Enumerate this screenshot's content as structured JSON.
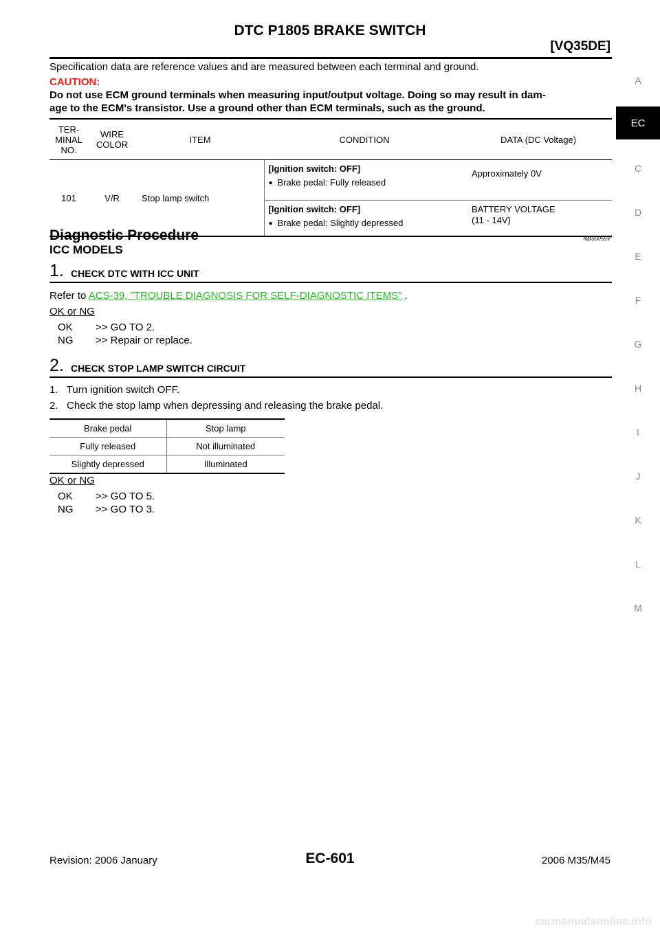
{
  "header": {
    "title": "DTC P1805 BRAKE SWITCH",
    "subtitle": "[VQ35DE]"
  },
  "intro": "Specification data are reference values and are measured between each terminal and ground.",
  "caution": {
    "heading": "CAUTION:",
    "line1": "Do not use ECM ground terminals when measuring input/output voltage. Doing so may result in dam-",
    "line2": "age to the ECM's transistor. Use a ground other than ECM terminals, such as the ground."
  },
  "spec_table": {
    "headers": {
      "terminal": [
        "TER-",
        "MINAL",
        "NO."
      ],
      "wire": [
        "WIRE",
        "COLOR"
      ],
      "item": "ITEM",
      "condition": "CONDITION",
      "data": "DATA (DC Voltage)"
    },
    "row": {
      "terminal": "101",
      "wire": "V/R",
      "item": "Stop lamp switch",
      "cond1_title": "[Ignition switch: OFF]",
      "cond1_bullet": "Brake pedal: Fully released",
      "data1": "Approximately 0V",
      "cond2_title": "[Ignition switch: OFF]",
      "cond2_bullet": "Brake pedal: Slightly depressed",
      "data2_line1": "BATTERY VOLTAGE",
      "data2_line2": "(11 - 14V)"
    }
  },
  "section": {
    "title": "Diagnostic Procedure",
    "code": "NBS0055V",
    "subtitle": "ICC MODELS"
  },
  "step1": {
    "number": "1.",
    "title": "CHECK DTC WITH ICC UNIT",
    "refer_prefix": "Refer to ",
    "link": "ACS-39, \"TROUBLE DIAGNOSIS FOR SELF-DIAGNOSTIC ITEMS\"",
    "refer_suffix": " .",
    "ok_or_ng": "OK or NG",
    "ok_label": "OK",
    "ok_text": ">> GO TO 2.",
    "ng_label": "NG",
    "ng_text": ">> Repair or replace."
  },
  "step2": {
    "number": "2.",
    "title": "CHECK STOP LAMP SWITCH CIRCUIT",
    "item1": "1.   Turn ignition switch OFF.",
    "item2": "2.   Check the stop lamp when depressing and releasing the brake pedal.",
    "table": {
      "headers": [
        "Brake pedal",
        "Stop lamp"
      ],
      "rows": [
        [
          "Fully released",
          "Not illuminated"
        ],
        [
          "Slightly depressed",
          "Illuminated"
        ]
      ]
    },
    "ok_or_ng": "OK or NG",
    "ok_label": "OK",
    "ok_text": ">> GO TO 5.",
    "ng_label": "NG",
    "ng_text": ">> GO TO 3."
  },
  "side_index": [
    "A",
    "EC",
    "C",
    "D",
    "E",
    "F",
    "G",
    "H",
    "I",
    "J",
    "K",
    "L",
    "M"
  ],
  "footer": {
    "revision": "Revision: 2006 January",
    "page": "EC-601",
    "model": "2006 M35/M45"
  },
  "watermark": "carmanualsonline.info"
}
